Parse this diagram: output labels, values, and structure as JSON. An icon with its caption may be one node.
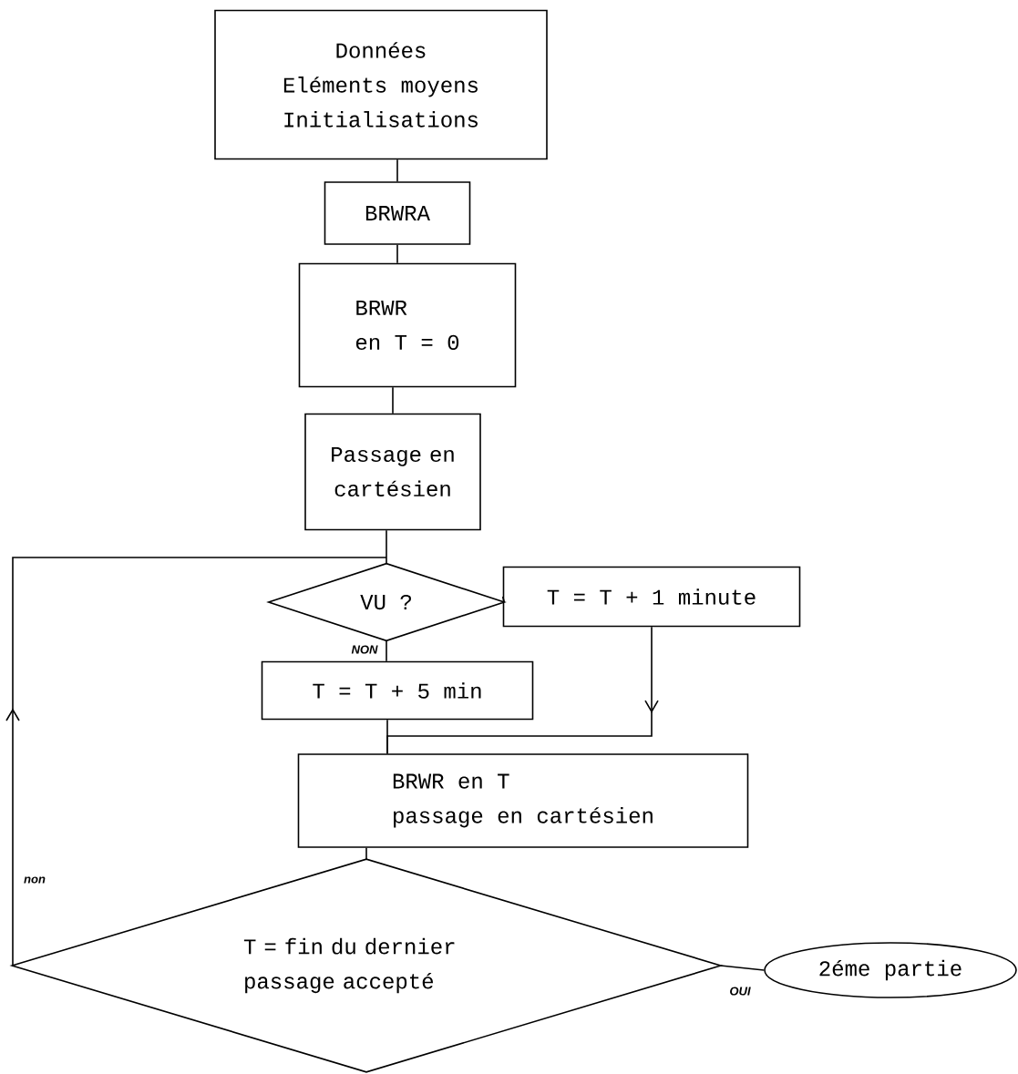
{
  "diagram": {
    "nodes": [
      {
        "text": [
          "Données",
          "Eléments moyens",
          "Initialisations"
        ]
      },
      {
        "text": [
          "BRWRA"
        ]
      },
      {
        "text": [
          "BRWR",
          "en T = 0"
        ]
      },
      {
        "text": [
          "Passage en cartésien"
        ]
      },
      {
        "text": [
          "VU ?"
        ]
      },
      {
        "text": [
          "T = T + 1 minute"
        ]
      },
      {
        "text": [
          "T = T + 5 min"
        ]
      },
      {
        "text": [
          "BRWR en T",
          "passage en cartésien"
        ]
      },
      {
        "text": [
          "T = fin du dernier passage accepté"
        ]
      },
      {
        "text": [
          "2éme partie"
        ]
      }
    ],
    "edges": [
      {
        "from": 0,
        "to": 1,
        "arrow": "none"
      },
      {
        "from": 1,
        "to": 2,
        "arrow": "none"
      },
      {
        "from": 2,
        "to": 3,
        "arrow": "none"
      },
      {
        "from": 3,
        "to": 4,
        "arrow": "none"
      },
      {
        "from": 4,
        "to": 5,
        "arrow": "none"
      },
      {
        "from": 4,
        "to": 6,
        "arrow": "none",
        "label": "NON"
      },
      {
        "from": 5,
        "to": 7,
        "arrow": "to"
      },
      {
        "from": 6,
        "to": 7,
        "arrow": "none"
      },
      {
        "from": 7,
        "to": 8,
        "arrow": "none"
      },
      {
        "from": 8,
        "to": 9,
        "arrow": "none",
        "label": "OUI"
      },
      {
        "from": 8,
        "to": 4,
        "arrow": "to",
        "label": "non"
      }
    ]
  }
}
